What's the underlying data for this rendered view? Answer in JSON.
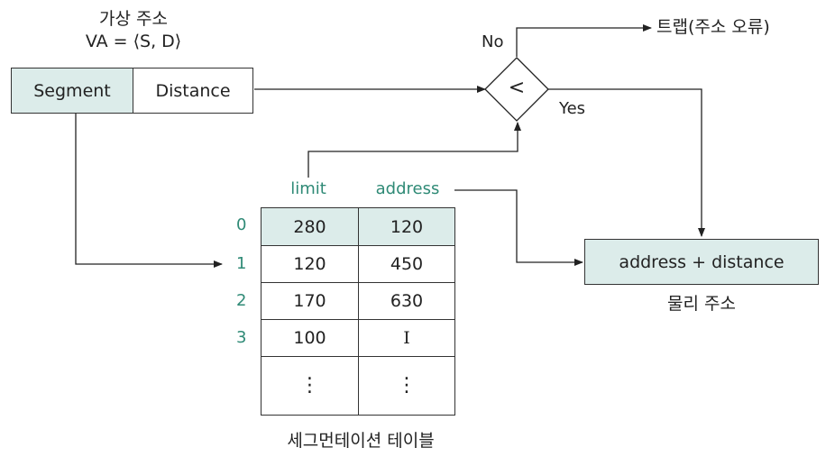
{
  "va": {
    "title": "가상 주소",
    "formula": "VA = ⟨S, D⟩",
    "segment_label": "Segment",
    "distance_label": "Distance"
  },
  "compare": {
    "symbol": "<",
    "no_label": "No",
    "yes_label": "Yes",
    "trap_label": "트랩(주소 오류)"
  },
  "table": {
    "limit_header": "limit",
    "address_header": "address",
    "caption": "세그먼테이션 테이블",
    "rows": [
      {
        "index": "0",
        "limit": "280",
        "address": "120"
      },
      {
        "index": "1",
        "limit": "120",
        "address": "450"
      },
      {
        "index": "2",
        "limit": "170",
        "address": "630"
      },
      {
        "index": "3",
        "limit": "100",
        "address": "I"
      },
      {
        "index": "",
        "limit": "⋮",
        "address": "⋮"
      }
    ]
  },
  "physical": {
    "formula": "address + distance",
    "caption": "물리 주소"
  },
  "colors": {
    "accent": "#2f8a76",
    "box_fill": "#dcecea",
    "line": "#222222"
  }
}
